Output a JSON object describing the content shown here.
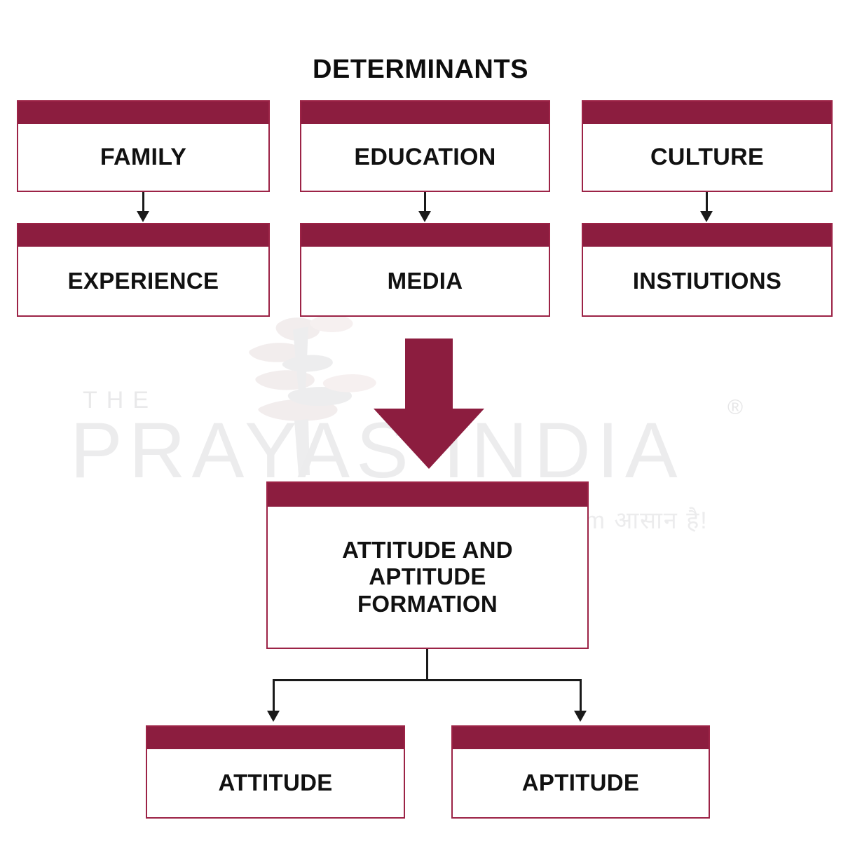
{
  "diagram": {
    "title": "DETERMINANTS",
    "type": "flowchart",
    "row1": [
      {
        "id": "family",
        "label": "FAMILY"
      },
      {
        "id": "education",
        "label": "EDUCATION"
      },
      {
        "id": "culture",
        "label": "CULTURE"
      }
    ],
    "row2": [
      {
        "id": "experience",
        "label": "EXPERIENCE"
      },
      {
        "id": "media",
        "label": "MEDIA"
      },
      {
        "id": "instiutions",
        "label": "INSTIUTIONS"
      }
    ],
    "center": {
      "id": "attitude-aptitude-formation",
      "line1": "ATTITUDE AND",
      "line2": "APTITUDE",
      "line3": "FORMATION"
    },
    "outcomes": [
      {
        "id": "attitude",
        "label": "ATTITUDE"
      },
      {
        "id": "aptitude",
        "label": "APTITUDE"
      }
    ]
  },
  "watermark": {
    "the": "THE",
    "brand": "PRAYAS INDIA",
    "registered": "®",
    "tagline": "Exam आसान है!"
  },
  "colors": {
    "maroon_fill": "#8c1d3f",
    "maroon_border": "#9c2346",
    "text": "#111111",
    "connector": "#1a1a1a",
    "background": "#ffffff",
    "watermark_gray": "#ececed"
  }
}
